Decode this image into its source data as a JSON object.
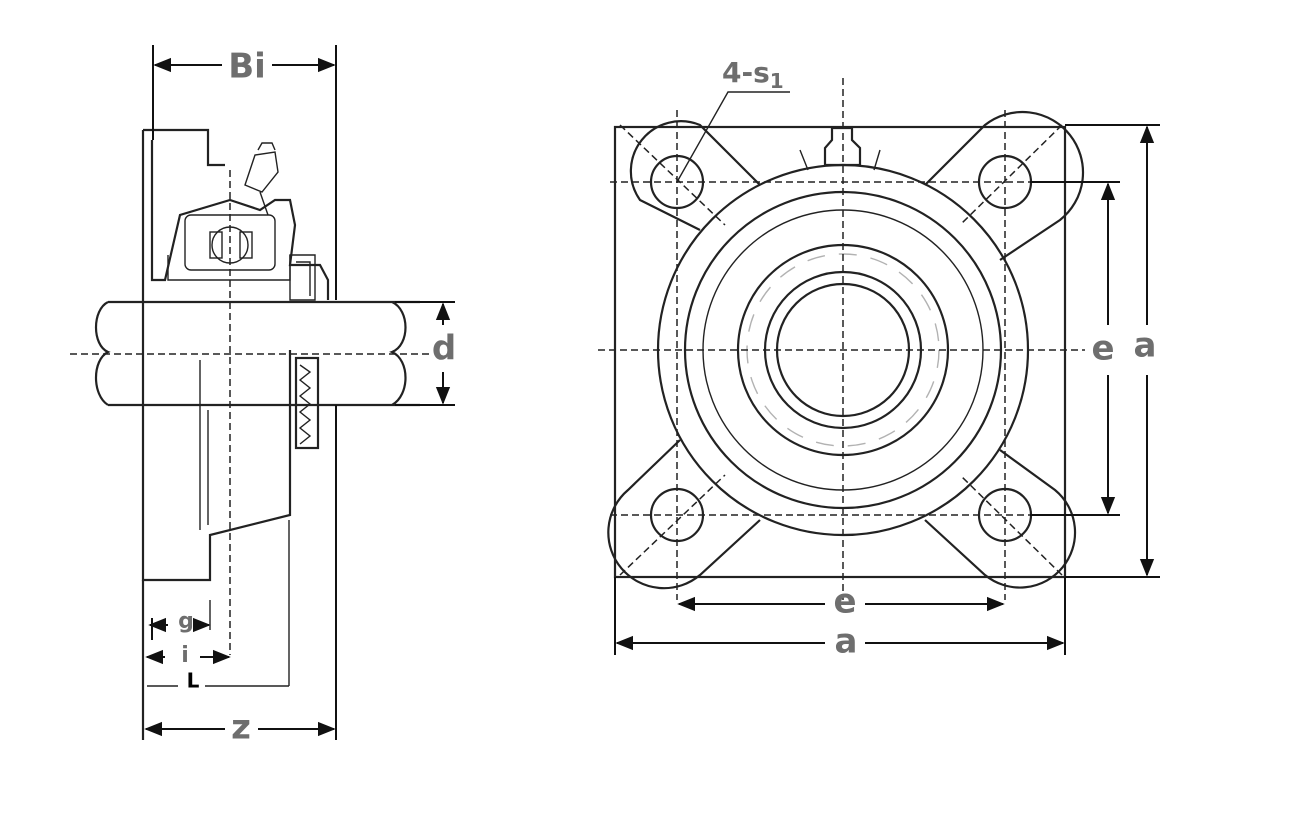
{
  "side_view": {
    "labels": {
      "Bi": "Bi",
      "d": "d",
      "g": "g",
      "i": "i",
      "L": "L",
      "z": "z"
    }
  },
  "front_view": {
    "labels": {
      "bolt_holes": "4-s",
      "bolt_holes_subscript": "1",
      "e_horizontal": "e",
      "a_horizontal": "a",
      "e_vertical": "e",
      "a_vertical": "a"
    }
  },
  "colors": {
    "line": "#222222",
    "label": "#6e6e6e",
    "label_dark": "#000000",
    "background": "#ffffff"
  }
}
